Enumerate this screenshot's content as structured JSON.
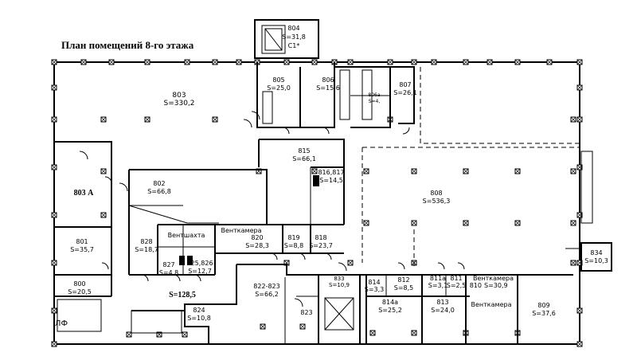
{
  "title": "План помещений 8-го этажа",
  "rooms": [
    {
      "id": "r804",
      "number": "804",
      "area": "S=31,8",
      "extra": "С1*"
    },
    {
      "id": "r803",
      "number": "803",
      "area": "S=330,2"
    },
    {
      "id": "r805",
      "number": "805",
      "area": "S=25,0"
    },
    {
      "id": "r806",
      "number": "806",
      "area": "S=15,6"
    },
    {
      "id": "r807",
      "number": "807",
      "area": "S=26,1"
    },
    {
      "id": "r806a",
      "number": "806а",
      "area": "S=4,"
    },
    {
      "id": "r815",
      "number": "815",
      "area": "S=66,1"
    },
    {
      "id": "r816",
      "number": "816,817",
      "area": "S=14,5"
    },
    {
      "id": "r803a",
      "number": "803 А",
      "area": ""
    },
    {
      "id": "r802",
      "number": "802",
      "area": "S=66,8"
    },
    {
      "id": "r808",
      "number": "808",
      "area": "S=536,3"
    },
    {
      "id": "r801",
      "number": "801",
      "area": "S=35,7"
    },
    {
      "id": "r828",
      "number": "828",
      "area": "S=18,7"
    },
    {
      "id": "r827",
      "number": "827",
      "area": "S=4,8"
    },
    {
      "id": "r825",
      "number": "825,826",
      "area": "S=12,7"
    },
    {
      "id": "r820",
      "number": "820",
      "area": "S=28,3"
    },
    {
      "id": "r819",
      "number": "819",
      "area": "S=8,8"
    },
    {
      "id": "r818",
      "number": "818",
      "area": "S=23,7"
    },
    {
      "id": "r834",
      "number": "834",
      "area": "S=10,3"
    },
    {
      "id": "r800",
      "number": "800",
      "area": "S=20,5"
    },
    {
      "id": "r822",
      "number": "822-823",
      "area": "S=66,2"
    },
    {
      "id": "r833",
      "number": "833",
      "area": "S=10,9"
    },
    {
      "id": "r814",
      "number": "814",
      "area": "S=3,3"
    },
    {
      "id": "r812",
      "number": "812",
      "area": "S=8,5"
    },
    {
      "id": "r811a",
      "number": "811а",
      "area": "S=3,1"
    },
    {
      "id": "r811",
      "number": "811",
      "area": "S=2,5"
    },
    {
      "id": "r810",
      "number": "810",
      "area": "S=30,9"
    },
    {
      "id": "r824",
      "number": "824",
      "area": "S=10,8"
    },
    {
      "id": "r814a",
      "number": "814а",
      "area": "S=25,2"
    },
    {
      "id": "r813",
      "number": "813",
      "area": "S=24,0"
    },
    {
      "id": "r809",
      "number": "809",
      "area": "S=37,6"
    }
  ],
  "labels": {
    "ventshaft": "Вентшахта",
    "ventchamber": "Венткамера",
    "ventchamber_810": "Венткамера",
    "ventchamber_bottom": "Венткамера",
    "area_128": "S=128,5",
    "room_823": "823",
    "corner_label": "ЛФ"
  }
}
